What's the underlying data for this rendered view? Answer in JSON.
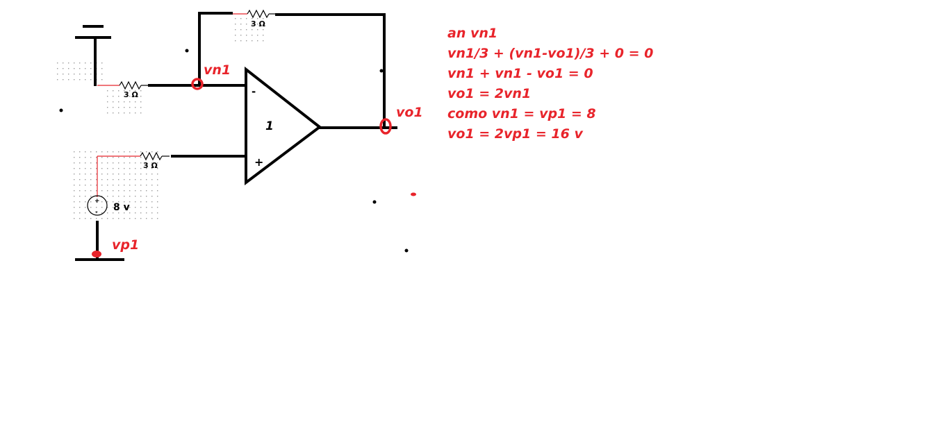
{
  "diagram": {
    "resistors": [
      {
        "id": "r-feedback",
        "label": "3 Ω"
      },
      {
        "id": "r-input-neg",
        "label": "3 Ω"
      },
      {
        "id": "r-input-pos",
        "label": "3 Ω"
      }
    ],
    "source": {
      "label": "8 v",
      "plus": "+",
      "minus": "-"
    },
    "opamp": {
      "gain_label": "1",
      "inverting": "-",
      "noninverting": "+"
    },
    "nodes": {
      "vn1": "vn1",
      "vo1": "vo1",
      "vp1": "vp1"
    },
    "colors": {
      "annotation": "#e8242b",
      "wire": "#000000"
    }
  },
  "equations": [
    "an vn1",
    "vn1/3 + (vn1-vo1)/3 + 0 = 0",
    "vn1 + vn1 - vo1 = 0",
    "vo1 = 2vn1",
    "como vn1 = vp1 = 8",
    "vo1 = 2vp1 = 16 v"
  ]
}
